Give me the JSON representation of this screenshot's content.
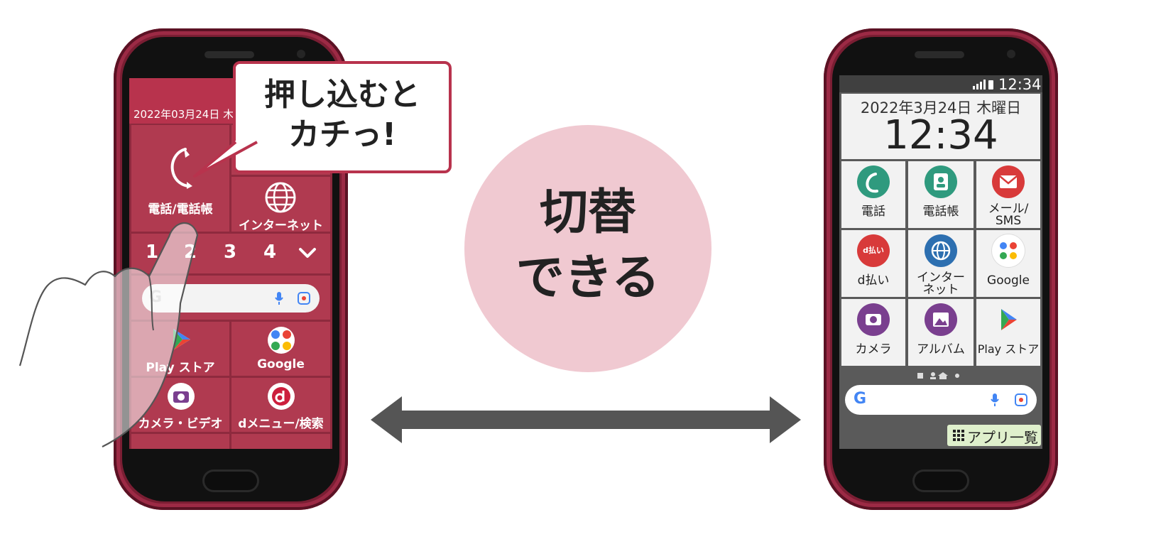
{
  "center": {
    "switch_label_line1": "切替",
    "switch_label_line2": "できる",
    "arrow": "double-arrow"
  },
  "left_phone": {
    "date_text": "2022年03月24日 木",
    "bubble_line1": "押し込むと",
    "bubble_line2": "カチっ!",
    "tiles": {
      "phone_contacts": "電話/電話帳",
      "internet": "インターネット",
      "play_store": "Play ストア",
      "google": "Google",
      "camera_video": "カメラ・ビデオ",
      "dmenu_search": "dメニュー/検索"
    },
    "number_keys": [
      "1",
      "2",
      "3",
      "4"
    ],
    "colors": {
      "screen": "#b8334d",
      "tile": "#b03a50",
      "grid": "#8e2a3e",
      "bubble_border": "#b8334d"
    }
  },
  "right_phone": {
    "status_time": "12:34",
    "date_text": "2022年3月24日 木曜日",
    "clock": "12:34",
    "tiles": [
      {
        "label": "電話",
        "icon": "phone-icon",
        "color": "#2f9a7e"
      },
      {
        "label": "電話帳",
        "icon": "contacts-icon",
        "color": "#2f9a7e"
      },
      {
        "label_line1": "メール/",
        "label_line2": "SMS",
        "icon": "mail-icon",
        "color": "#d83a3a"
      },
      {
        "label": "d払い",
        "icon": "dpay-icon",
        "color": "#d83a3a",
        "icon_text": "d払い"
      },
      {
        "label_line1": "インター",
        "label_line2": "ネット",
        "icon": "globe-icon",
        "color": "#2d6fb0"
      },
      {
        "label": "Google",
        "icon": "google-apps-icon",
        "color": "#ffffff"
      },
      {
        "label": "カメラ",
        "icon": "camera-icon",
        "color": "#7a3f8f"
      },
      {
        "label": "アルバム",
        "icon": "album-icon",
        "color": "#7a3f8f"
      },
      {
        "label": "Play ストア",
        "icon": "play-store-icon",
        "color": "#ffffff"
      }
    ],
    "app_list_label": "アプリ一覧"
  }
}
